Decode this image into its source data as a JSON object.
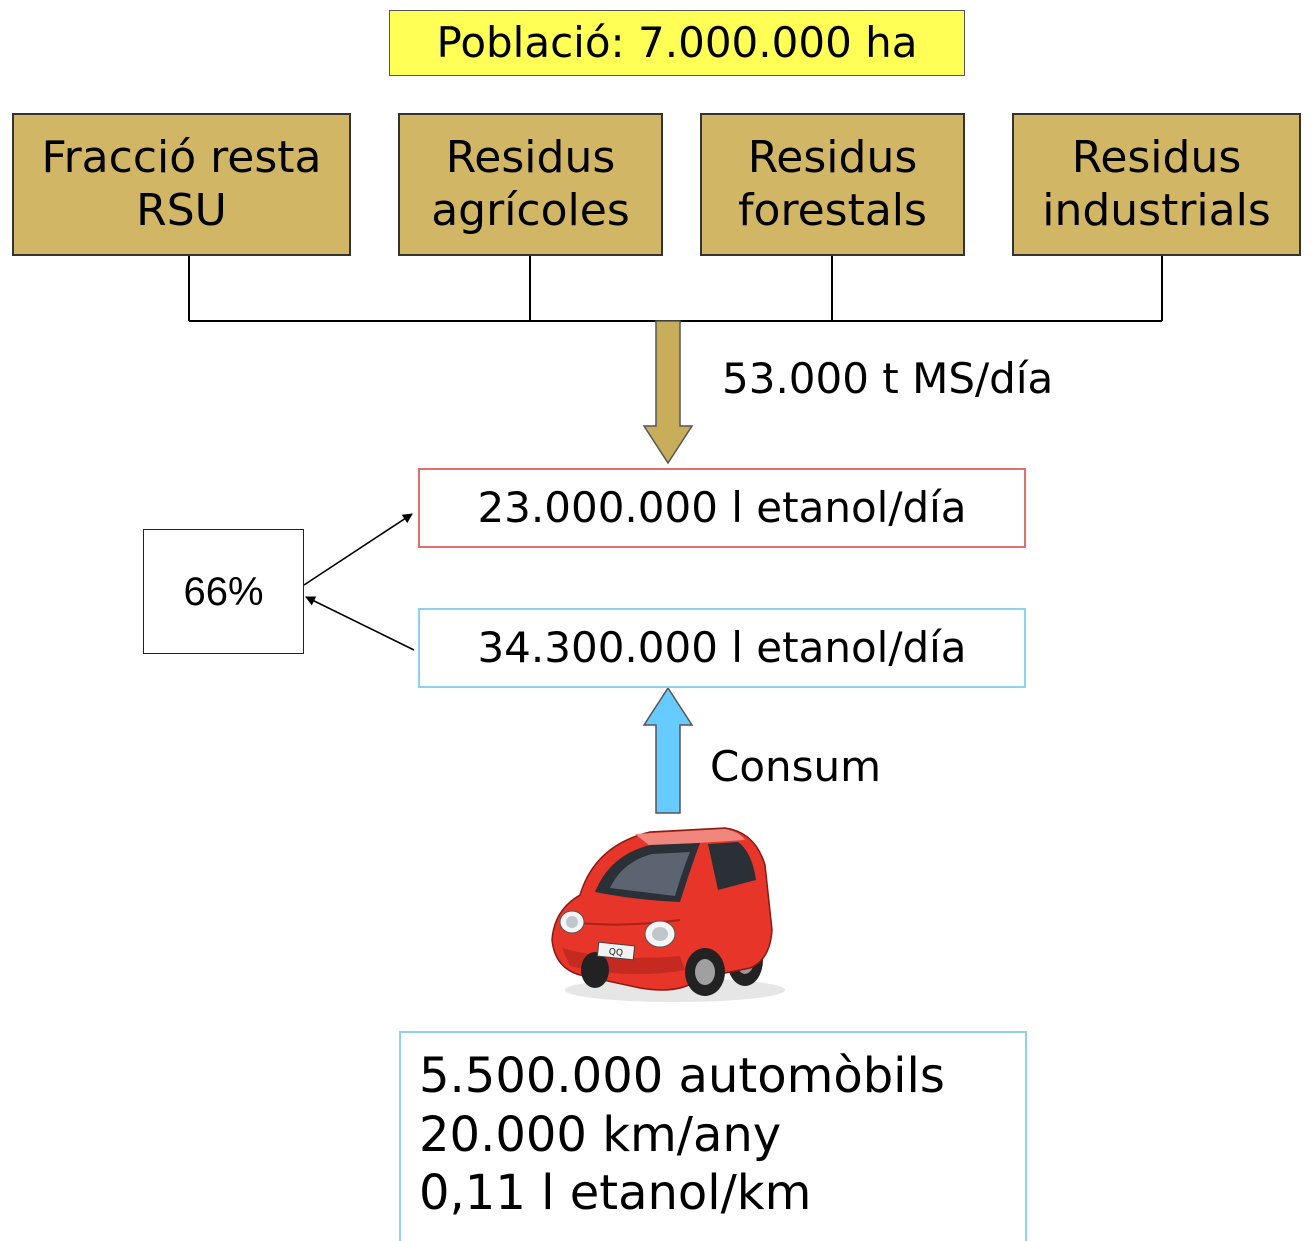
{
  "population": "Població: 7.000.000 ha",
  "sources": [
    {
      "line1": "Fracció resta",
      "line2": "RSU"
    },
    {
      "line1": "Residus",
      "line2": "agrícoles"
    },
    {
      "line1": "Residus",
      "line2": "forestals"
    },
    {
      "line1": "Residus",
      "line2": "industrials"
    }
  ],
  "flow_label": "53.000 t MS/día",
  "ethanol_produced": "23.000.000 l etanol/día",
  "ethanol_consumed": "34.300.000 l etanol/día",
  "coverage_percent": "66%",
  "consumption_label": "Consum",
  "car_plate": "QQ",
  "fleet": {
    "cars": "5.500.000 automòbils",
    "distance": "20.000 km/any",
    "consumption_rate": "0,11 l etanol/km"
  },
  "colors": {
    "population_fill": "#ffff55",
    "source_fill": "#d1b666",
    "produced_border": "#e07070",
    "consumed_border": "#8fd0ee",
    "down_arrow": "#c8ae5a",
    "up_arrow": "#66ccff",
    "car_body": "#e8352a"
  }
}
